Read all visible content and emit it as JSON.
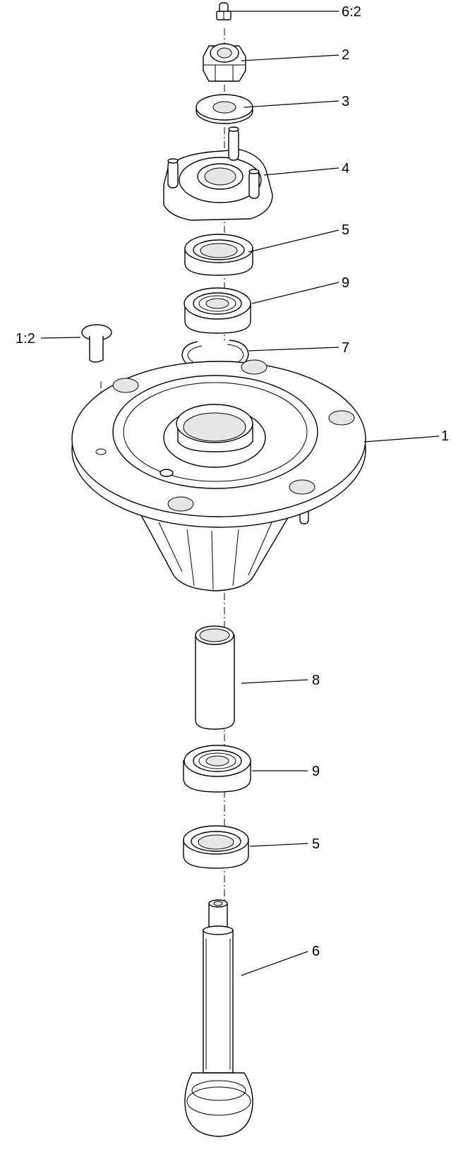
{
  "callouts": [
    {
      "id": "grease-fitting",
      "label": "6:2"
    },
    {
      "id": "nut",
      "label": "2"
    },
    {
      "id": "washer",
      "label": "3"
    },
    {
      "id": "bearing-cap",
      "label": "4"
    },
    {
      "id": "upper-seal",
      "label": "5"
    },
    {
      "id": "upper-bearing",
      "label": "9"
    },
    {
      "id": "snap-ring",
      "label": "7"
    },
    {
      "id": "rivet",
      "label": "1:2"
    },
    {
      "id": "housing",
      "label": "1"
    },
    {
      "id": "spacer",
      "label": "8"
    },
    {
      "id": "lower-bearing",
      "label": "9"
    },
    {
      "id": "lower-seal",
      "label": "5"
    },
    {
      "id": "spindle-shaft",
      "label": "6"
    }
  ]
}
